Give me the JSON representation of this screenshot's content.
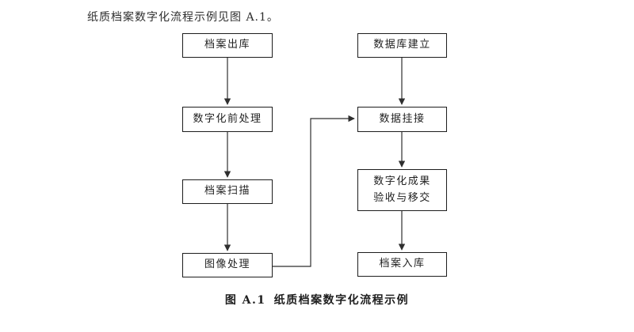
{
  "page": {
    "intro_text": "纸质档案数字化流程示例见图 A.1。",
    "caption_number": "图 A.1",
    "caption_title": "纸质档案数字化流程示例"
  },
  "flowchart": {
    "left_column": [
      {
        "label": "档案出库"
      },
      {
        "label": "数字化前处理"
      },
      {
        "label": "档案扫描"
      },
      {
        "label": "图像处理"
      }
    ],
    "right_column": [
      {
        "label": "数据库建立"
      },
      {
        "label": "数据挂接"
      },
      {
        "label_line1": "数字化成果",
        "label_line2": "验收与移交"
      },
      {
        "label": "档案入库"
      }
    ]
  },
  "colors": {
    "background": "#ffffff",
    "box_border": "#1d1d1d",
    "line": "#2f2f2f",
    "text": "#222222"
  }
}
